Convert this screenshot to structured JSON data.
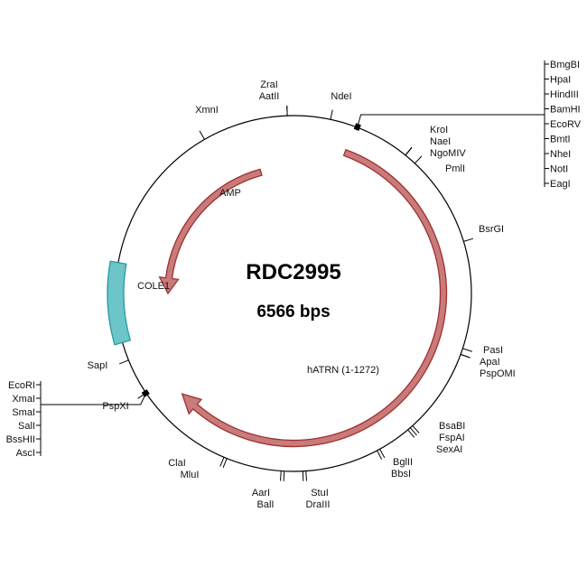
{
  "plasmid": {
    "name": "RDC2995",
    "size_label": "6566 bps",
    "length_bp": 6566
  },
  "colors": {
    "feature_red_fill": "#c97a7a",
    "feature_red_stroke": "#a03030",
    "origin_fill": "#6cc5c8",
    "origin_stroke": "#2a9a9e",
    "backbone": "#000000"
  },
  "features": [
    {
      "name": "AMP",
      "label": "AMP",
      "type": "arrow-ccw",
      "start_deg": 345,
      "end_deg": 270
    },
    {
      "name": "hATRN",
      "label": "hATRN (1-1272)",
      "type": "arrow-cw",
      "start_deg": 20,
      "end_deg": 228
    },
    {
      "name": "COLE1",
      "label": "COLE1",
      "type": "box",
      "start_deg": 254,
      "end_deg": 280
    }
  ],
  "sites": [
    {
      "label": "ZraI",
      "deg": 358
    },
    {
      "label": "AatII",
      "deg": 358
    },
    {
      "label": "NdeI",
      "deg": 12
    },
    {
      "label": "XmnI",
      "deg": 330
    },
    {
      "label": "KroI",
      "deg": 39
    },
    {
      "label": "NaeI",
      "deg": 39
    },
    {
      "label": "NgoMIV",
      "deg": 39
    },
    {
      "label": "PmlI",
      "deg": 43
    },
    {
      "label": "BsrGI",
      "deg": 73
    },
    {
      "label": "PasI",
      "deg": 108
    },
    {
      "label": "ApaI",
      "deg": 110
    },
    {
      "label": "PspOMI",
      "deg": 110
    },
    {
      "label": "BsaBI",
      "deg": 138
    },
    {
      "label": "FspAI",
      "deg": 139
    },
    {
      "label": "SexAI",
      "deg": 140
    },
    {
      "label": "BglII",
      "deg": 151
    },
    {
      "label": "BbsI",
      "deg": 152
    },
    {
      "label": "StuI",
      "deg": 176
    },
    {
      "label": "DraIII",
      "deg": 177
    },
    {
      "label": "AarI",
      "deg": 183
    },
    {
      "label": "BalI",
      "deg": 184
    },
    {
      "label": "ClaI",
      "deg": 202
    },
    {
      "label": "MluI",
      "deg": 203
    },
    {
      "label": "SapI",
      "deg": 248
    },
    {
      "label": "PspXI",
      "deg": 236
    }
  ],
  "mcs_right": {
    "deg": 21,
    "labels": [
      "BmgBI",
      "HpaI",
      "HindIII",
      "BamHI",
      "EcoRV",
      "BmtI",
      "NheI",
      "NotI",
      "EagI"
    ]
  },
  "mcs_left": {
    "deg": 236,
    "labels": [
      "EcoRI",
      "XmaI",
      "SmaI",
      "SalI",
      "BssHII",
      "AscI"
    ]
  }
}
